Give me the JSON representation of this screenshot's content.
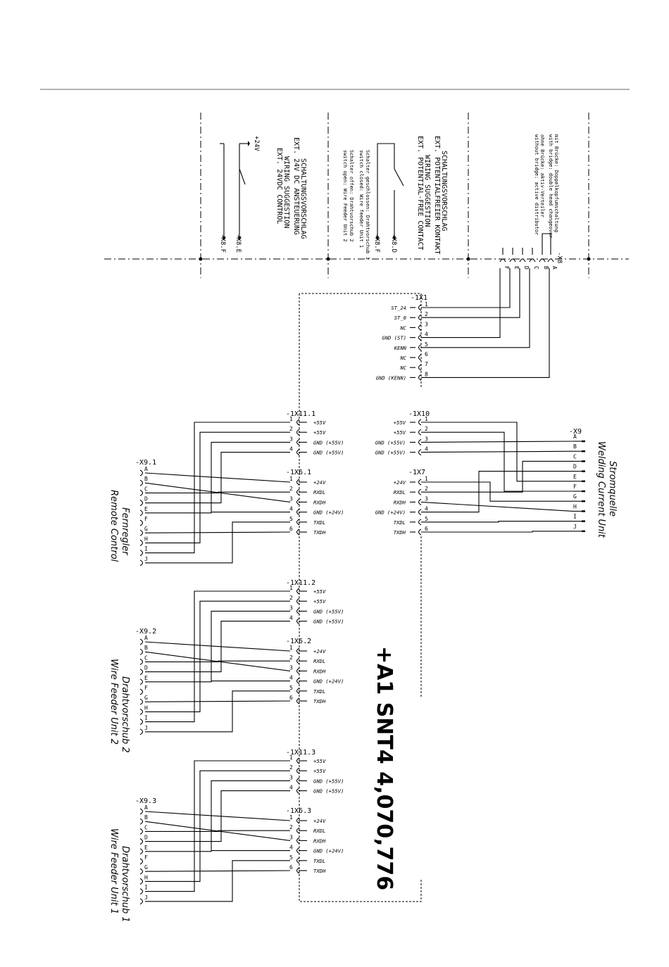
{
  "title_block": "+A1   SNT4   4,070,776",
  "x8": {
    "label": "-X8",
    "pins": [
      "A",
      "B",
      "C",
      "D",
      "E",
      "F"
    ],
    "note": [
      "mit Brücke: Doppelkopfumschaltung",
      "with bridge: double head changeover",
      "ohne Brücke: aktiv-Verteiler",
      "without bridge: active distributor"
    ]
  },
  "suggestion_24v": {
    "lines": [
      "SCHALTUNGSVORSCHLAG",
      "EXT. 24V DC ANSTEUERUNG",
      "WIRING SUGGESTION",
      "EXT. 24VDC CONTROL"
    ],
    "supply": "+24V",
    "targets": [
      "-X8.E",
      "-X8.F"
    ]
  },
  "suggestion_contact": {
    "lines": [
      "SCHALTUNGSVORSCHLAG",
      "EXT. POTENTIALFREIER KONTAKT",
      "WIRING SUGGESTION",
      "EXT. POTENTIAL-FREE CONTACT"
    ],
    "switch_note": [
      "Schalter geschlossen: Drahtvorschub 1",
      "switch closed: Wire feeder Unit 1",
      "Schalter offen: Drahtvorschub 2",
      "switch open: Wire Feeder Unit 2"
    ],
    "targets": [
      "-X8.D",
      "-X8.F"
    ]
  },
  "x1": {
    "label": "-1X1",
    "pins": [
      {
        "n": "1",
        "sig": "ST_24"
      },
      {
        "n": "2",
        "sig": "ST_0"
      },
      {
        "n": "3",
        "sig": "NC"
      },
      {
        "n": "4",
        "sig": "GND (ST)"
      },
      {
        "n": "5",
        "sig": "KENN"
      },
      {
        "n": "6",
        "sig": "NC"
      },
      {
        "n": "7",
        "sig": "NC"
      },
      {
        "n": "8",
        "sig": "GND (KENN)"
      }
    ]
  },
  "x10": {
    "label": "-1X10",
    "pins": [
      {
        "n": "1",
        "sig": "+55V"
      },
      {
        "n": "2",
        "sig": "+55V"
      },
      {
        "n": "3",
        "sig": "GND (+55V)"
      },
      {
        "n": "4",
        "sig": "GND (+55V)"
      }
    ]
  },
  "x7": {
    "label": "-1X7",
    "pins": [
      {
        "n": "1",
        "sig": "+24V"
      },
      {
        "n": "2",
        "sig": "RXDL"
      },
      {
        "n": "3",
        "sig": "RXDH"
      },
      {
        "n": "4",
        "sig": "GND (+24V)"
      },
      {
        "n": "5",
        "sig": "TXDL"
      },
      {
        "n": "6",
        "sig": "TXDH"
      }
    ]
  },
  "x9": {
    "label": "-X9",
    "pins": [
      "A",
      "B",
      "C",
      "D",
      "E",
      "F",
      "G",
      "H",
      "I",
      "J"
    ],
    "name": [
      "Stromquelle",
      "Welding Current Unit"
    ]
  },
  "left_groups": [
    {
      "x11_label": "-1X11.1",
      "x6_label": "-1X6.1",
      "plug_label": "-X9.1",
      "name": [
        "Fernregler",
        "Remote Control"
      ]
    },
    {
      "x11_label": "-1X11.2",
      "x6_label": "-1X6.2",
      "plug_label": "-X9.2",
      "name": [
        "Drahtvorschub 2",
        "Wire Feeder Unit 2"
      ]
    },
    {
      "x11_label": "-1X11.3",
      "x6_label": "-1X6.3",
      "plug_label": "-X9.3",
      "name": [
        "Drahtvorschub 1",
        "Wire Feeder Unit 1"
      ]
    }
  ],
  "x11_pins": [
    {
      "n": "1",
      "sig": "+55V"
    },
    {
      "n": "2",
      "sig": "+55V"
    },
    {
      "n": "3",
      "sig": "GND (+55V)"
    },
    {
      "n": "4",
      "sig": "GND (+55V)"
    }
  ],
  "x6_pins": [
    {
      "n": "1",
      "sig": "+24V"
    },
    {
      "n": "2",
      "sig": "RXDL"
    },
    {
      "n": "3",
      "sig": "RXDH"
    },
    {
      "n": "4",
      "sig": "GND (+24V)"
    },
    {
      "n": "5",
      "sig": "TXDL"
    },
    {
      "n": "6",
      "sig": "TXDH"
    }
  ],
  "plug_pins": [
    "A",
    "B",
    "C",
    "D",
    "E",
    "F",
    "G",
    "H",
    "I",
    "J"
  ]
}
